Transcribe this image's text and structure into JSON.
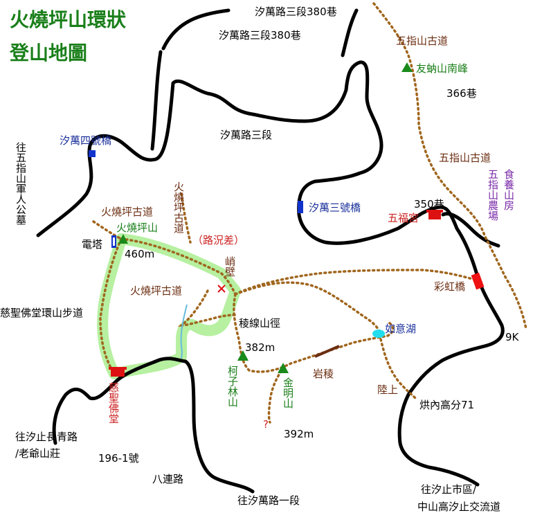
{
  "title": {
    "line1": "火燒坪山環狀",
    "line2": "登山地圖"
  },
  "colors": {
    "road": "#000000",
    "trail": "#a0661e",
    "highlight": "#b6f0a0",
    "peak": "#1a8a1a",
    "temple": "#dd1111",
    "bridge_blue": "#1133cc",
    "bridge_red": "#ee1111",
    "lake": "#22ddee",
    "stream": "#66bbdd"
  },
  "icons": {
    "peak": "triangle-icon",
    "temple": "temple-icon",
    "bridge": "bridge-marker-icon",
    "tower": "tower-icon",
    "cliff": "cross-mark-icon"
  },
  "labels": {
    "road_380_top": "汐萬路三段380巷",
    "road_380": "汐萬路三段380巷",
    "road_3": "汐萬路三段",
    "bridge_4": "汐萬四號橋",
    "bridge_3": "汐萬三號橋",
    "wuzhishan_trail_top": "五指山古道",
    "youna_peak": "友蚋山南峰",
    "lane_366": "366巷",
    "wuzhishan_trail": "五指山古道",
    "farm": "五指山農場",
    "restaurant": "食養山房",
    "lane_350": "350巷",
    "wufu_temple": "五福宮",
    "rainbow_bridge": "彩虹橋",
    "k9": "9K",
    "ruyi_lake": "如意湖",
    "rock_ridge": "岩稜",
    "lushang": "陸上",
    "hongnei": "烘內高分71",
    "to_xizhi_city": "往汐止市區/",
    "to_interchange": "中山高汐止交流道",
    "to_wanroad1": "往汐萬路一段",
    "balian_road": "八連路",
    "to_changqing": "往汐止長青路",
    "laoye": "/老爺山莊",
    "no_196": "196-1號",
    "cisheng_temple": "慈聖佛堂",
    "cisheng_trail": "慈聖佛堂環山步道",
    "to_cemetery": "往五指山軍人公墓",
    "huoshao_trail_upper": "火燒坪古道",
    "huoshao_peak": "火燒坪山",
    "tower": "電塔",
    "elev_460": "460m",
    "huoshao_trail_vertical": "火燒坪古道",
    "road_bad": "（路況差）",
    "cliff": "峭壁",
    "huoshao_trail_lower": "火燒坪古道",
    "ridge_trail": "稜線山徑",
    "elev_382": "382m",
    "kezilin_peak": "柯子林山",
    "jinming_peak": "金明山",
    "elev_392": "392m",
    "unknown": "?"
  }
}
